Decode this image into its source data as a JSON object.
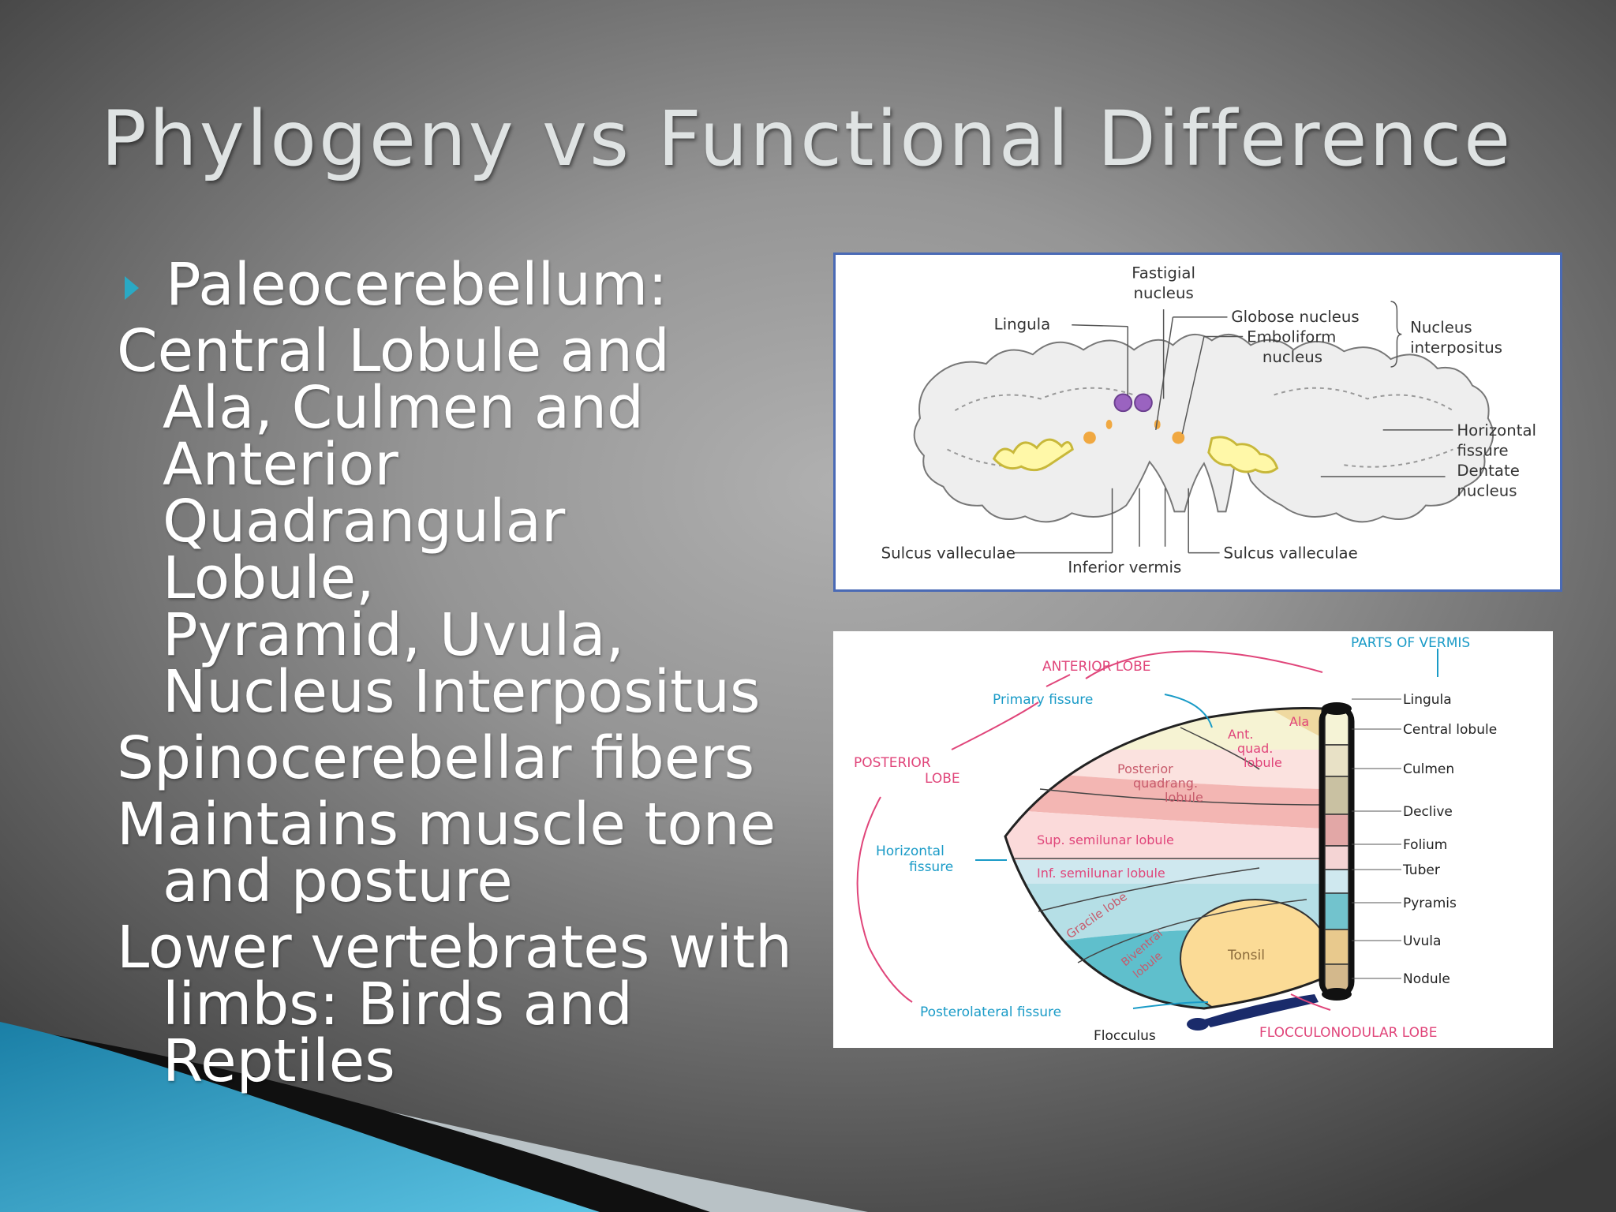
{
  "slide": {
    "title": "Phylogeny vs Functional Difference",
    "lead": "Paleocerebellum:",
    "paragraphs": [
      [
        "Central Lobule and",
        "Ala, Culmen and",
        "Anterior",
        "Quadrangular Lobule,",
        "Pyramid, Uvula,",
        "Nucleus Interpositus"
      ],
      [
        "Spinocerebellar fibers"
      ],
      [
        "Maintains muscle tone",
        "and posture"
      ],
      [
        "Lower vertebrates with",
        "limbs: Birds and",
        "Reptiles"
      ]
    ],
    "accent_color": "#2aa9c4"
  },
  "figure_top": {
    "labels": {
      "fastigial_1": "Fastigial",
      "fastigial_2": "nucleus",
      "lingula": "Lingula",
      "globose": "Globose nucleus",
      "emboliform_1": "Emboliform",
      "emboliform_2": "nucleus",
      "interpositus_1": "Nucleus",
      "interpositus_2": "interpositus",
      "horizontal_1": "Horizontal",
      "horizontal_2": "fissure",
      "dentate_1": "Dentate",
      "dentate_2": "nucleus",
      "sulcus_left": "Sulcus valleculae",
      "inferior_vermis": "Inferior vermis",
      "sulcus_right": "Sulcus valleculae"
    }
  },
  "figure_bottom": {
    "labels": {
      "parts_of_vermis": "PARTS OF VERMIS",
      "anterior_lobe": "ANTERIOR LOBE",
      "primary_fissure": "Primary fissure",
      "posterior_lobe_1": "POSTERIOR",
      "posterior_lobe_2": "LOBE",
      "horizontal_fissure_1": "Horizontal",
      "horizontal_fissure_2": "fissure",
      "posterolateral_fissure": "Posterolateral fissure",
      "flocculus": "Flocculus",
      "flocculonodular": "FLOCCULONODULAR LOBE",
      "ala": "Ala",
      "ant_quad_1": "Ant.",
      "ant_quad_2": "quad.",
      "ant_quad_3": "lobule",
      "post_quad_1": "Posterior",
      "post_quad_2": "quadrang.",
      "post_quad_3": "lobule",
      "sup_semilunar": "Sup. semilunar lobule",
      "inf_semilunar": "Inf. semilunar lobule",
      "gracile": "Gracile lobe",
      "biventral_1": "Biventral",
      "biventral_2": "lobule",
      "tonsil": "Tonsil"
    },
    "vermis_parts": [
      "Lingula",
      "Central lobule",
      "Culmen",
      "Declive",
      "Folium",
      "Tuber",
      "Pyramis",
      "Uvula",
      "Nodule"
    ]
  }
}
